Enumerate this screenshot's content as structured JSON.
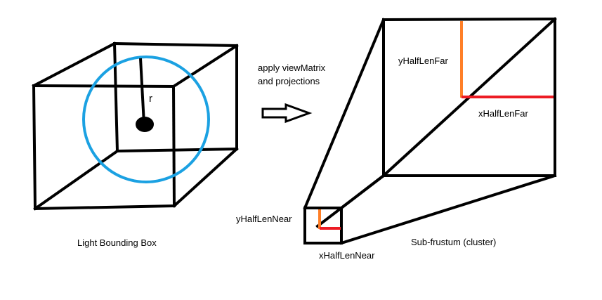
{
  "colors": {
    "lines": "#000000",
    "sphere": "#1ba1e2",
    "y_half": "#ff7f27",
    "x_half": "#ed1c24",
    "background": "#ffffff"
  },
  "left": {
    "radius_label": "r",
    "caption": "Light Bounding Box"
  },
  "middle": {
    "arrow_label_line1": "apply viewMatrix",
    "arrow_label_line2": "and projections",
    "arrow_icon": "hollow-right-arrow"
  },
  "right": {
    "y_half_far_label": "yHalfLenFar",
    "x_half_far_label": "xHalfLenFar",
    "y_half_near_label": "yHalfLenNear",
    "x_half_near_label": "xHalfLenNear",
    "caption": "Sub-frustum (cluster)"
  }
}
